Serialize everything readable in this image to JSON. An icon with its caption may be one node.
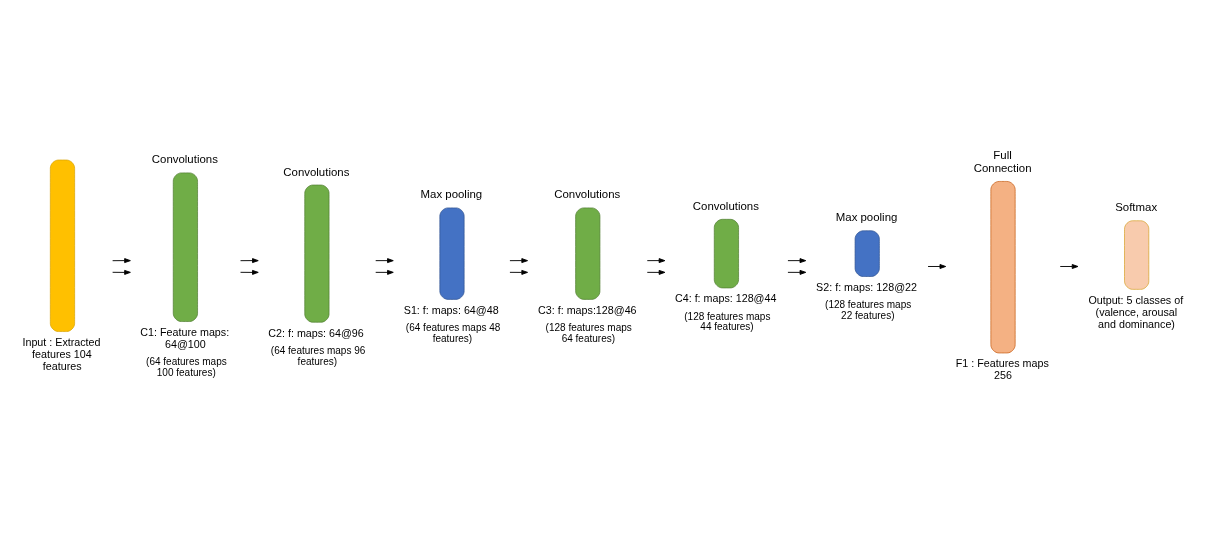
{
  "diagram": {
    "nodes": [
      {
        "text": [
          "Input : Extracted features 104 features"
        ]
      },
      {
        "text": [
          "Convolutions",
          "C1: Feature maps: 64@100",
          "(64 features maps 100 features)"
        ]
      },
      {
        "text": [
          "Convolutions",
          "C2: f: maps: 64@96",
          "(64 features maps 96 features)"
        ]
      },
      {
        "text": [
          "Max pooling",
          "S1: f: maps: 64@48",
          "(64 features maps 48 features)"
        ]
      },
      {
        "text": [
          "Convolutions",
          "C3: f: maps:128@46",
          "(128 features maps 64 features)"
        ]
      },
      {
        "text": [
          "Convolutions",
          "C4: f: maps: 128@44",
          "(128 features maps 44 features)"
        ]
      },
      {
        "text": [
          "Max pooling",
          "S2: f: maps: 128@22",
          "(128 features maps 22 features)"
        ]
      },
      {
        "text": [
          "Full Connection",
          "F1 : Features maps 256"
        ]
      },
      {
        "text": [
          "Softmax",
          "Output: 5 classes of (valence, arousal and dominance)"
        ]
      }
    ],
    "edges": [
      {
        "from": 0,
        "to": 1,
        "arrow": "to"
      },
      {
        "from": 0,
        "to": 1,
        "arrow": "to"
      },
      {
        "from": 1,
        "to": 2,
        "arrow": "to"
      },
      {
        "from": 1,
        "to": 2,
        "arrow": "to"
      },
      {
        "from": 2,
        "to": 3,
        "arrow": "to"
      },
      {
        "from": 2,
        "to": 3,
        "arrow": "to"
      },
      {
        "from": 3,
        "to": 4,
        "arrow": "to"
      },
      {
        "from": 3,
        "to": 4,
        "arrow": "to"
      },
      {
        "from": 4,
        "to": 5,
        "arrow": "to"
      },
      {
        "from": 4,
        "to": 5,
        "arrow": "to"
      },
      {
        "from": 5,
        "to": 6,
        "arrow": "to"
      },
      {
        "from": 5,
        "to": 6,
        "arrow": "to"
      },
      {
        "from": 6,
        "to": 7,
        "arrow": "to"
      },
      {
        "from": 7,
        "to": 8,
        "arrow": "to"
      }
    ]
  }
}
